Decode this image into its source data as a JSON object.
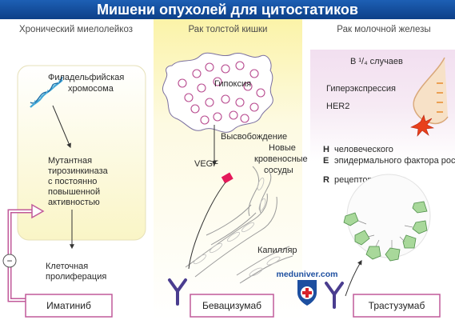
{
  "title": "Мишени опухолей для цитостатиков",
  "columns": [
    {
      "header": "Хронический миелолейкоз",
      "chromosome_label": [
        "Филадельфийская",
        "хромосома"
      ],
      "kinase_label": [
        "Мутантная",
        "тирозинкиназа",
        "с постоянно",
        "повышенной",
        "активностью"
      ],
      "inhibit_symbol": "−",
      "proliferation_label": [
        "Клеточная",
        "пролиферация"
      ],
      "drug": "Иматиниб"
    },
    {
      "header": "Рак толстой кишки",
      "hypoxia_label": "Гипоксия",
      "release_label": "Высвобождение",
      "vegf_label": "VEGF",
      "new_vessels_label": [
        "Новые",
        "кровеносные",
        "сосуды"
      ],
      "capillary_label": "Капилляр",
      "drug": "Бевацизумаб"
    },
    {
      "header": "Рак молочной железы",
      "fraction_label": "В ¹/₄ случаев",
      "overexpression_label": "Гиперэкспрессия",
      "her2_label": "HER2",
      "her2_legend": [
        {
          "letter": "H",
          "text": "человеческого"
        },
        {
          "letter": "E",
          "text": "эпидермального фактора роста"
        },
        {
          "letter": "R",
          "text": "рецептор"
        }
      ],
      "drug": "Трастузумаб"
    }
  ],
  "watermark": "meduniver.com",
  "colors": {
    "title_bar": "#1250a4",
    "panel_yellow": "#fbf6c8",
    "panel_purple": "#f0dcee",
    "cell_pink": "#b84a8f",
    "drug_border": "#c15a9a",
    "antibody": "#4a3d8f",
    "vegf_marker": "#e4195a",
    "receptor_green": "#a8d89a"
  }
}
